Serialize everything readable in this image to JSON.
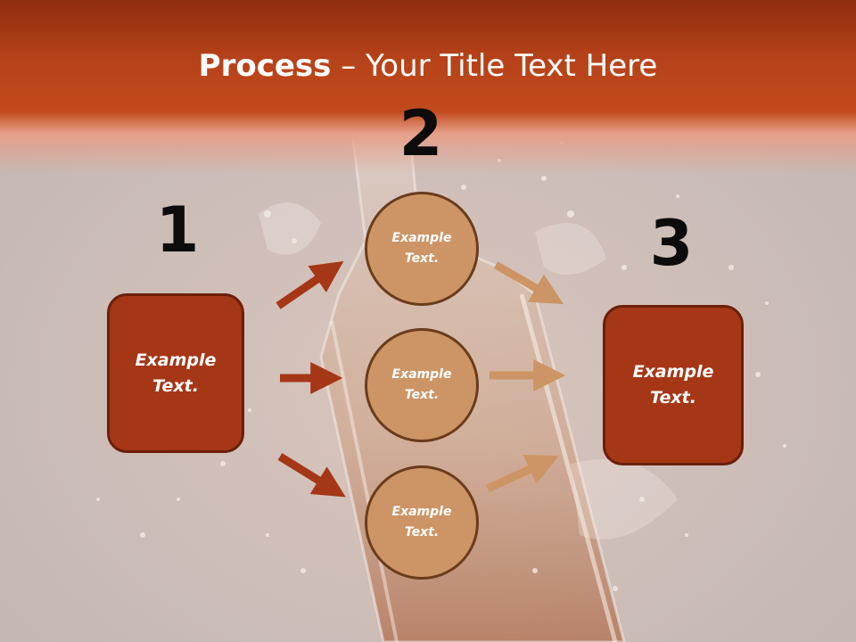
{
  "title": {
    "bold": "Process",
    "dash": " – ",
    "rest": "Your Title Text Here"
  },
  "steps": {
    "one": "1",
    "two": "2",
    "three": "3"
  },
  "left_box": {
    "text": "Example Text."
  },
  "circles": [
    {
      "text": "Example Text."
    },
    {
      "text": "Example Text."
    },
    {
      "text": "Example Text."
    }
  ],
  "right_box": {
    "text": "Example Text."
  },
  "colors": {
    "header": "#c24a1c",
    "box_fill": "#a53716",
    "circle_fill": "#cd9565",
    "arrow_left": "#a53716",
    "arrow_right": "#cd9565"
  }
}
